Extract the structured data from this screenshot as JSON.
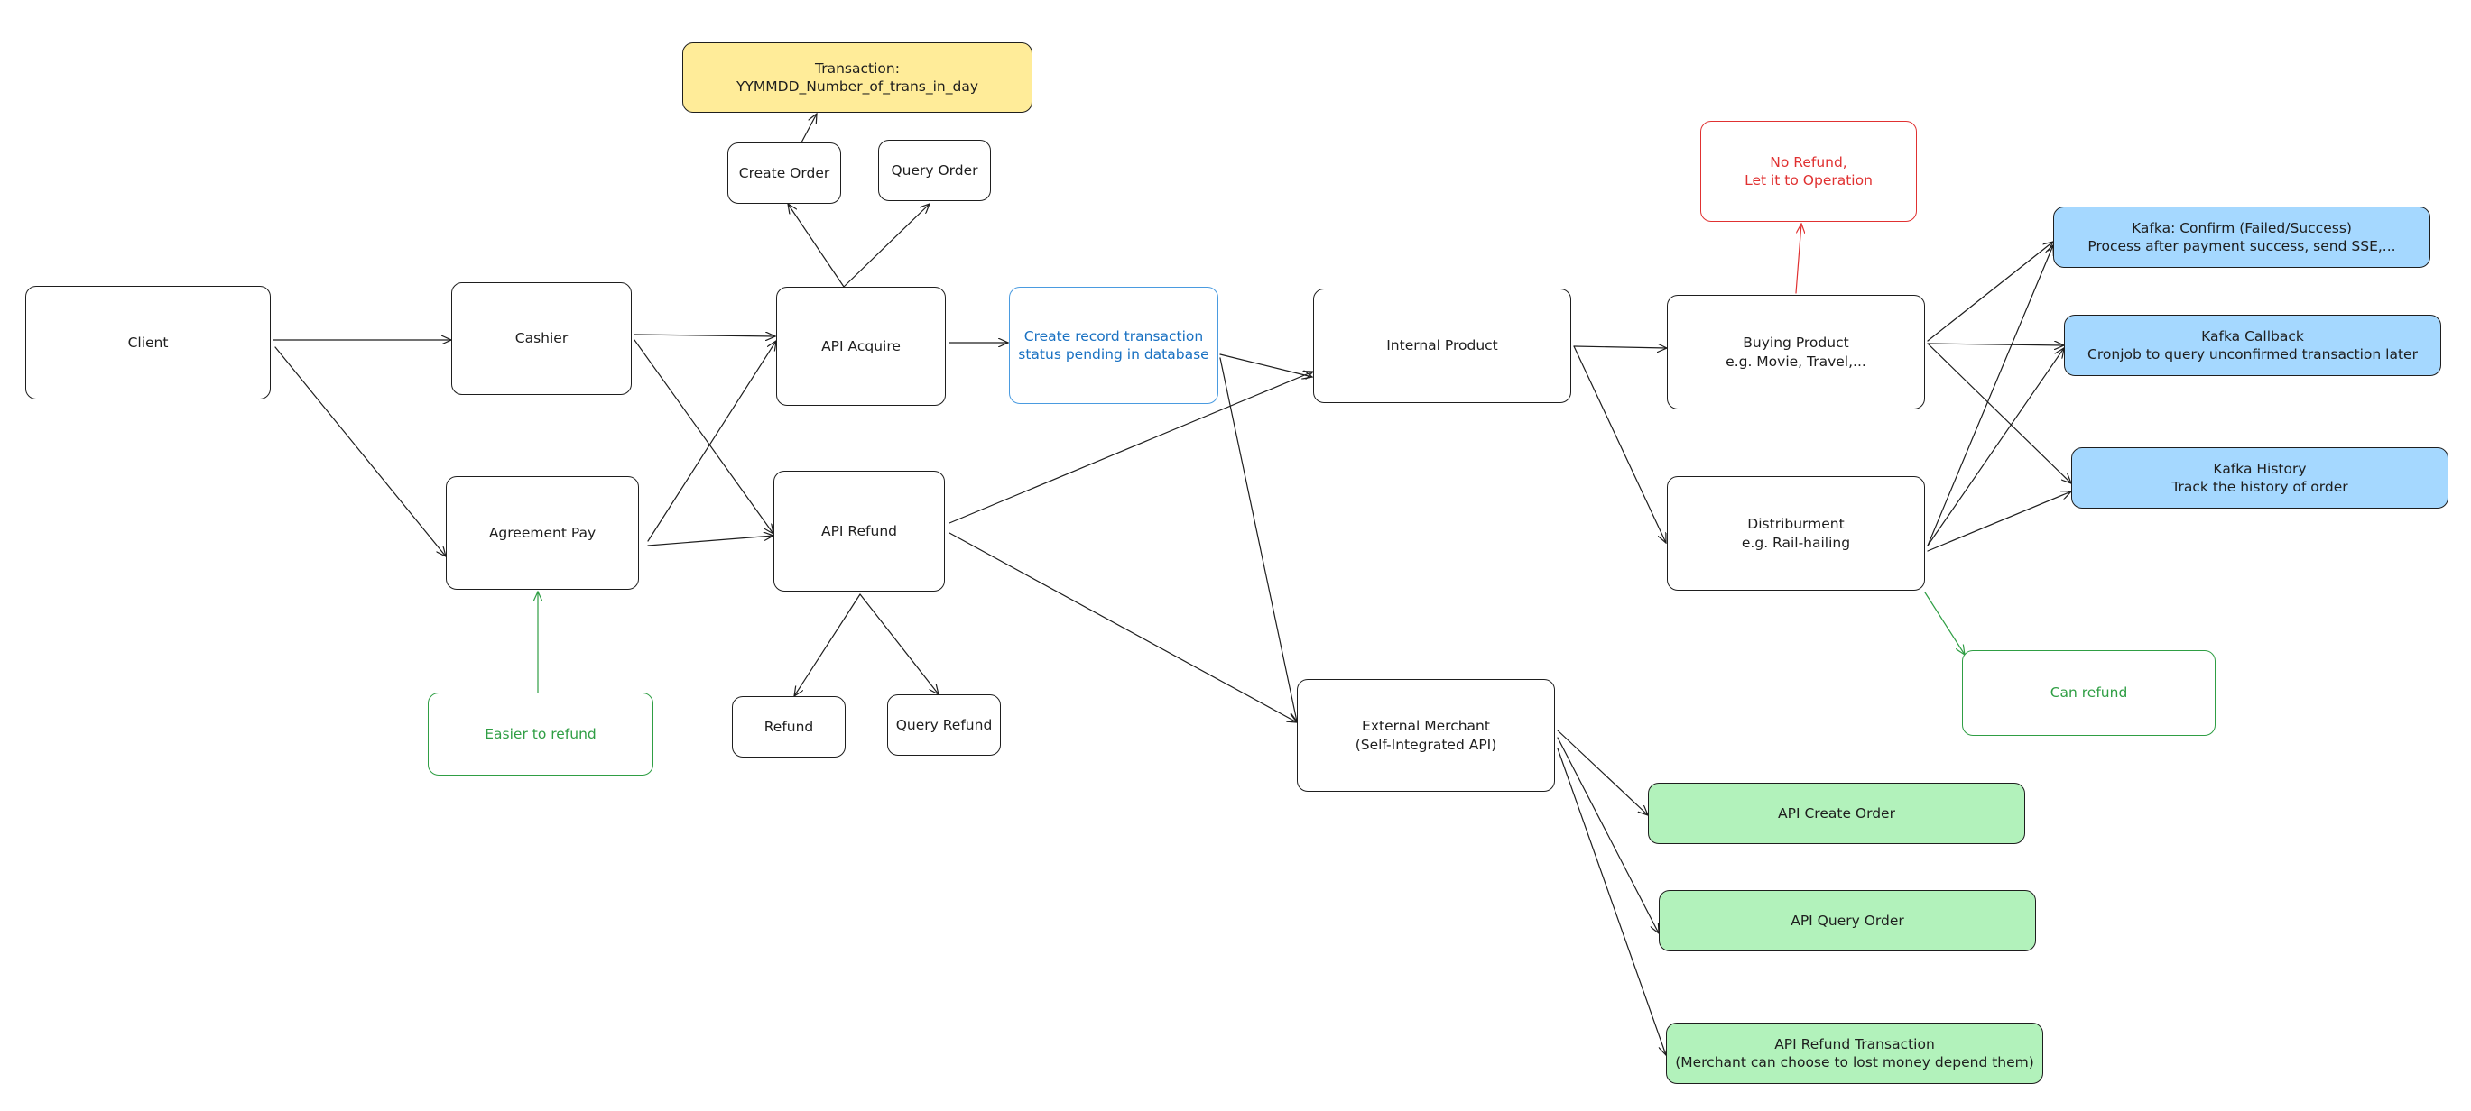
{
  "diagram": {
    "nodes": {
      "client": {
        "label": "Client"
      },
      "cashier": {
        "label": "Cashier"
      },
      "agreement_pay": {
        "label": "Agreement Pay"
      },
      "easier_to_refund": {
        "label": "Easier to refund"
      },
      "transaction_id": {
        "label": "Transaction:\nYYMMDD_Number_of_trans_in_day"
      },
      "create_order": {
        "label": "Create Order"
      },
      "query_order": {
        "label": "Query Order"
      },
      "api_acquire": {
        "label": "API Acquire"
      },
      "api_refund": {
        "label": "API Refund"
      },
      "refund": {
        "label": "Refund"
      },
      "query_refund": {
        "label": "Query Refund"
      },
      "create_record": {
        "label": "Create record transaction\nstatus pending in database"
      },
      "internal_product": {
        "label": "Internal Product"
      },
      "external_merchant": {
        "label": "External Merchant\n(Self-Integrated API)"
      },
      "no_refund": {
        "label": "No Refund,\nLet it to Operation"
      },
      "buying_product": {
        "label": "Buying Product\ne.g. Movie, Travel,..."
      },
      "distriburment": {
        "label": "Distriburment\ne.g. Rail-hailing"
      },
      "can_refund": {
        "label": "Can refund"
      },
      "kafka_confirm": {
        "label": "Kafka: Confirm (Failed/Success)\nProcess after payment success, send SSE,..."
      },
      "kafka_callback": {
        "label": "Kafka Callback\nCronjob to query unconfirmed transaction later"
      },
      "kafka_history": {
        "label": "Kafka History\nTrack the history of order"
      },
      "api_create_order": {
        "label": "API Create Order"
      },
      "api_query_order": {
        "label": "API Query Order"
      },
      "api_refund_transaction": {
        "label": "API Refund Transaction\n(Merchant can choose to lost money depend them)"
      }
    },
    "edges": [
      {
        "from": "client",
        "to": "cashier"
      },
      {
        "from": "client",
        "to": "agreement_pay"
      },
      {
        "from": "cashier",
        "to": "api_acquire"
      },
      {
        "from": "cashier",
        "to": "api_refund"
      },
      {
        "from": "agreement_pay",
        "to": "api_acquire"
      },
      {
        "from": "agreement_pay",
        "to": "api_refund"
      },
      {
        "from": "easier_to_refund",
        "to": "agreement_pay"
      },
      {
        "from": "api_acquire",
        "to": "create_order"
      },
      {
        "from": "api_acquire",
        "to": "query_order"
      },
      {
        "from": "create_order",
        "to": "transaction_id"
      },
      {
        "from": "api_acquire",
        "to": "create_record"
      },
      {
        "from": "api_refund",
        "to": "refund"
      },
      {
        "from": "api_refund",
        "to": "query_refund"
      },
      {
        "from": "api_refund",
        "to": "internal_product"
      },
      {
        "from": "api_refund",
        "to": "external_merchant"
      },
      {
        "from": "create_record",
        "to": "internal_product"
      },
      {
        "from": "create_record",
        "to": "external_merchant"
      },
      {
        "from": "internal_product",
        "to": "buying_product"
      },
      {
        "from": "internal_product",
        "to": "distriburment"
      },
      {
        "from": "buying_product",
        "to": "no_refund"
      },
      {
        "from": "buying_product",
        "to": "kafka_confirm"
      },
      {
        "from": "buying_product",
        "to": "kafka_callback"
      },
      {
        "from": "buying_product",
        "to": "kafka_history"
      },
      {
        "from": "distriburment",
        "to": "kafka_confirm"
      },
      {
        "from": "distriburment",
        "to": "kafka_callback"
      },
      {
        "from": "distriburment",
        "to": "kafka_history"
      },
      {
        "from": "distriburment",
        "to": "can_refund"
      },
      {
        "from": "external_merchant",
        "to": "api_create_order"
      },
      {
        "from": "external_merchant",
        "to": "api_query_order"
      },
      {
        "from": "external_merchant",
        "to": "api_refund_transaction"
      }
    ],
    "colors": {
      "stroke": "#1e1e1e",
      "yellow_fill": "#ffec99",
      "blue_fill": "#a5d8ff",
      "green_fill": "#b2f2bb",
      "blue_note": "#1971c2",
      "red_note": "#e03131",
      "green_note": "#2f9e44"
    }
  }
}
